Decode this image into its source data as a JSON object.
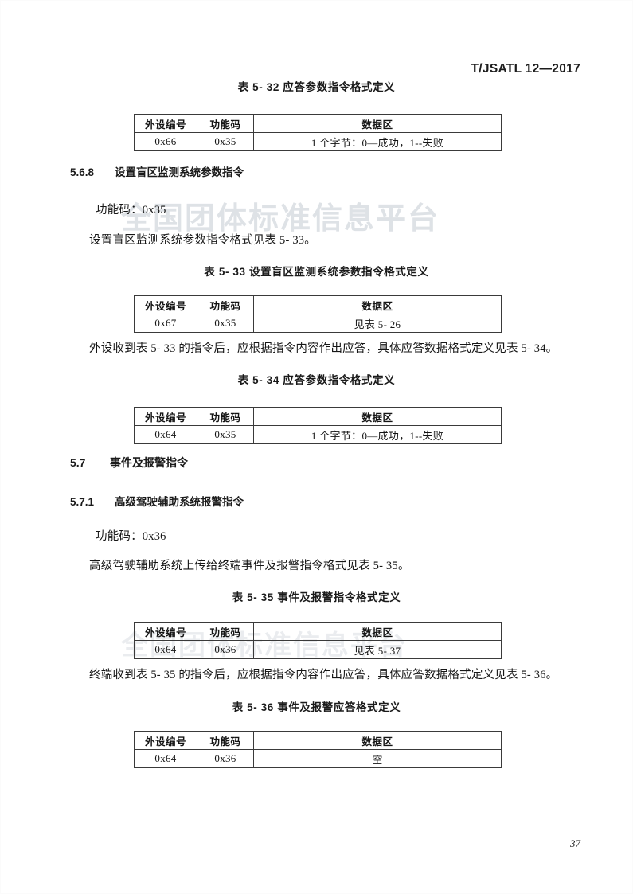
{
  "document": {
    "header_code": "T/JSATL 12—2017",
    "page_number": "37",
    "watermark_text": "全国团体标准信息平台"
  },
  "table_headers": {
    "col_a": "外设编号",
    "col_b": "功能码",
    "col_c": "数据区"
  },
  "blocks": {
    "caption_5_32": "表 5- 32 应答参数指令格式定义",
    "table_5_32": {
      "device_id": "0x66",
      "function_code": "0x35",
      "data_area": "1 个字节：0—成功，1--失败"
    },
    "heading_5_6_8": {
      "number": "5.6.8",
      "title": "设置盲区监测系统参数指令"
    },
    "para_func_0x35": "功能码：0x35",
    "para_format_5_33": "设置盲区监测系统参数指令格式见表 5- 33。",
    "caption_5_33": "表 5- 33 设置盲区监测系统参数指令格式定义",
    "table_5_33": {
      "device_id": "0x67",
      "function_code": "0x35",
      "data_area": "见表 5- 26"
    },
    "para_reply_5_34": "外设收到表 5- 33 的指令后，应根据指令内容作出应答，具体应答数据格式定义见表 5- 34。",
    "caption_5_34": "表 5- 34 应答参数指令格式定义",
    "table_5_34": {
      "device_id": "0x64",
      "function_code": "0x35",
      "data_area": "1 个字节：0—成功，1--失败"
    },
    "heading_5_7": {
      "number": "5.7",
      "title": "事件及报警指令"
    },
    "heading_5_7_1": {
      "number": "5.7.1",
      "title": "高级驾驶辅助系统报警指令"
    },
    "para_func_0x36": "功能码：0x36",
    "para_format_5_35": "高级驾驶辅助系统上传给终端事件及报警指令格式见表 5- 35。",
    "caption_5_35": "表 5- 35 事件及报警指令格式定义",
    "table_5_35": {
      "device_id": "0x64",
      "function_code": "0x36",
      "data_area": "见表 5- 37"
    },
    "para_reply_5_36": "终端收到表 5- 35 的指令后，应根据指令内容作出应答，具体应答数据格式定义见表 5- 36。",
    "caption_5_36": "表 5- 36 事件及报警应答格式定义",
    "table_5_36": {
      "device_id": "0x64",
      "function_code": "0x36",
      "data_area": "空"
    }
  }
}
